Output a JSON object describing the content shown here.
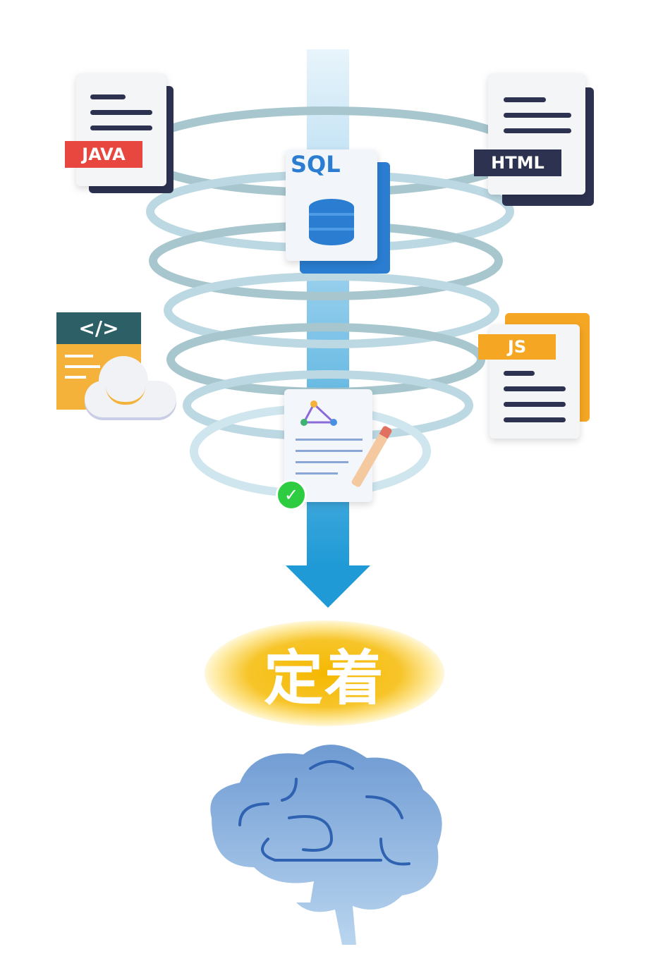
{
  "labels": {
    "java": "JAVA",
    "sql": "SQL",
    "html": "HTML",
    "js": "JS",
    "code": "</>",
    "keyword": "定着"
  },
  "colors": {
    "ring": "#9fbfc7",
    "arrow": "#1f9ad6",
    "java_ribbon": "#e8473f",
    "html_ribbon": "#2d3250",
    "js_ribbon": "#f5a623",
    "sql_blue": "#2a7dd1",
    "glow": "#f5b800",
    "brain": "#7fa8d8"
  }
}
